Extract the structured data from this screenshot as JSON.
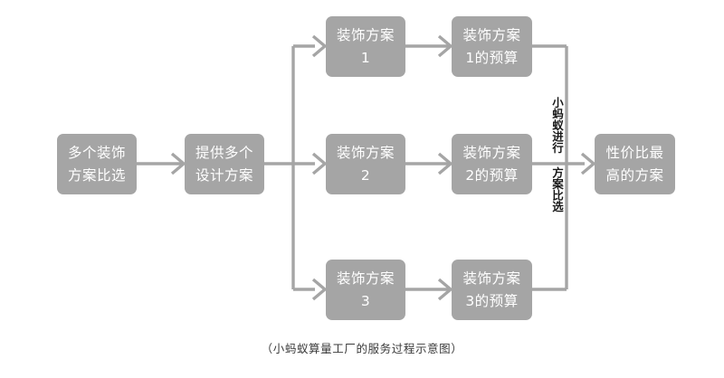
{
  "diagram": {
    "caption": "（小蚂蚁算量工厂的服务过程示意图）",
    "colors": {
      "node_fill": "#a5a5a5",
      "node_text": "#ffffff",
      "connector": "#a5a5a5",
      "label_text": "#1a1a1a",
      "background": "#ffffff"
    },
    "vertical_label": "小蚂蚁进行 方案比选",
    "nodes": [
      {
        "id": "start",
        "line1": "多个装饰",
        "line2": "方案比选"
      },
      {
        "id": "designs",
        "line1": "提供多个",
        "line2": "设计方案"
      },
      {
        "id": "plan1",
        "line1": "装饰方案",
        "line2": "1"
      },
      {
        "id": "plan2",
        "line1": "装饰方案",
        "line2": "2"
      },
      {
        "id": "plan3",
        "line1": "装饰方案",
        "line2": "3"
      },
      {
        "id": "budget1",
        "line1": "装饰方案",
        "line2": "1的预算"
      },
      {
        "id": "budget2",
        "line1": "装饰方案",
        "line2": "2的预算"
      },
      {
        "id": "budget3",
        "line1": "装饰方案",
        "line2": "3的预算"
      },
      {
        "id": "result",
        "line1": "性价比最",
        "line2": "高的方案"
      }
    ]
  }
}
